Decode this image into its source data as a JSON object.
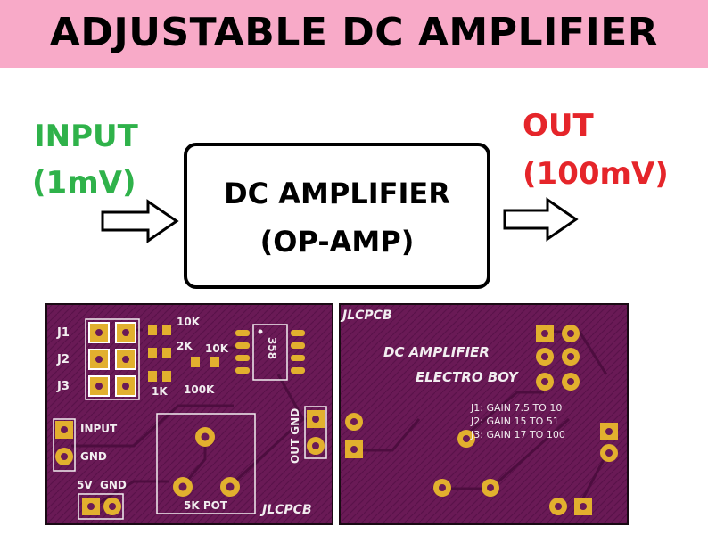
{
  "title": "ADJUSTABLE DC AMPLIFIER",
  "input": {
    "line1": "INPUT",
    "line2": "(1mV)"
  },
  "output": {
    "line1": "OUT",
    "line2": "(100mV)"
  },
  "block": {
    "line1": "DC AMPLIFIER",
    "line2": "(OP-AMP)"
  },
  "colors": {
    "banner": "#f8aac8",
    "input": "#2fb24a",
    "output": "#e5252a",
    "pcb": "#6a1a56",
    "pad": "#e2b02e",
    "silk": "#f2eef0"
  },
  "pcb_left": {
    "jumpers": [
      "J1",
      "J2",
      "J3"
    ],
    "resistors": [
      "10K",
      "2K",
      "10K",
      "1K",
      "100K"
    ],
    "ic": "358",
    "input_label": "INPUT",
    "gnd_label": "GND",
    "out_gnd_label": "OUT GND",
    "power_label": "5V  GND",
    "pot_label": "5K POT",
    "brand": "JLCPCB"
  },
  "pcb_right": {
    "brand": "JLCPCB",
    "title1": "DC AMPLIFIER",
    "title2": "ELECTRO BOY",
    "gains": [
      "J1: GAIN 7.5 TO 10",
      "J2: GAIN 15 TO 51",
      "J3: GAIN 17 TO 100"
    ]
  }
}
